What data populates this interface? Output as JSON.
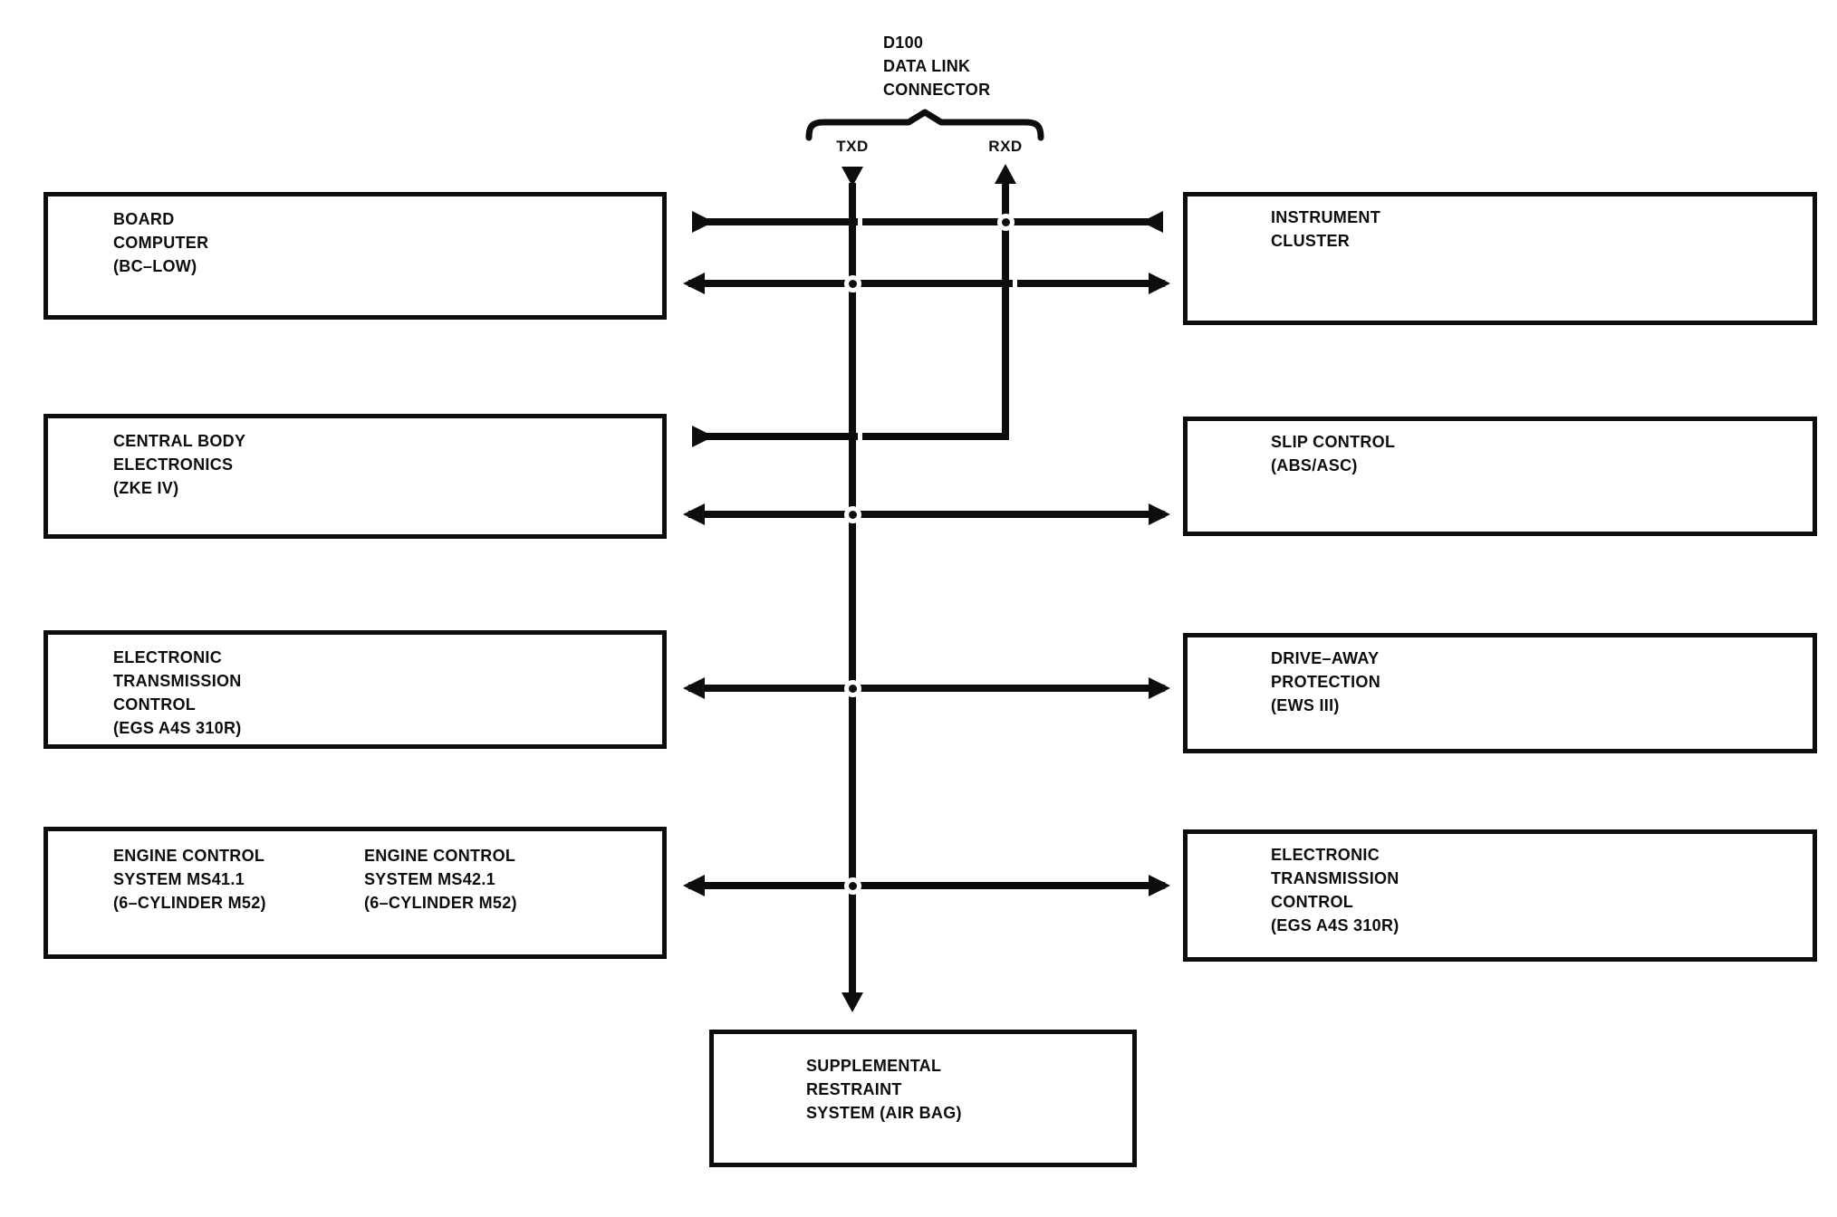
{
  "colors": {
    "ink": "#0d0d0d",
    "paper": "#ffffff"
  },
  "header": {
    "connector_id": "D100",
    "connector_line2": "DATA LINK",
    "connector_line3": "CONNECTOR",
    "txd_label": "TXD",
    "rxd_label": "RXD"
  },
  "boxes": {
    "left": [
      {
        "lines": [
          "BOARD",
          "COMPUTER",
          "(BC–LOW)"
        ]
      },
      {
        "lines": [
          "CENTRAL BODY",
          "ELECTRONICS",
          "(ZKE IV)"
        ]
      },
      {
        "lines": [
          "ELECTRONIC",
          "TRANSMISSION",
          "CONTROL",
          "(EGS A4S 310R)"
        ]
      },
      {
        "columns": [
          [
            "ENGINE CONTROL",
            "SYSTEM MS41.1",
            "(6–CYLINDER M52)"
          ],
          [
            "ENGINE CONTROL",
            "SYSTEM MS42.1",
            "(6–CYLINDER M52)"
          ]
        ]
      }
    ],
    "right": [
      {
        "lines": [
          "INSTRUMENT",
          "CLUSTER"
        ]
      },
      {
        "lines": [
          "SLIP CONTROL",
          "(ABS/ASC)"
        ]
      },
      {
        "lines": [
          "DRIVE–AWAY",
          "PROTECTION",
          "(EWS III)"
        ]
      },
      {
        "lines": [
          "ELECTRONIC",
          "TRANSMISSION",
          "CONTROL",
          "(EGS A4S 310R)"
        ]
      }
    ],
    "bottom": {
      "lines": [
        "SUPPLEMENTAL",
        "RESTRAINT",
        "SYSTEM (AIR BAG)"
      ]
    }
  }
}
